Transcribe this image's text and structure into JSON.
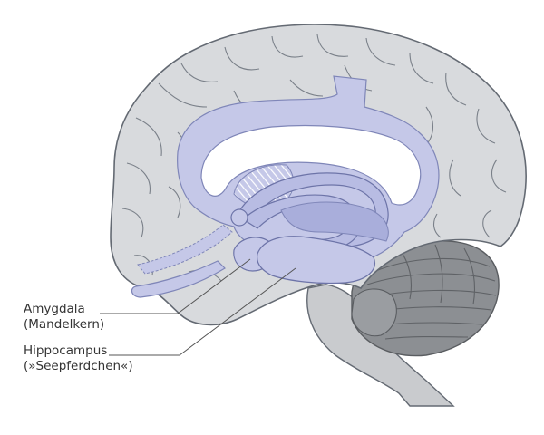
{
  "labels": {
    "amygdala_line1": "Amygdala",
    "amygdala_line2": "(Mandelkern)",
    "hippocampus_line1": "Hippocampus",
    "hippocampus_line2": "(»Seepferdchen«)"
  },
  "colors": {
    "cortex": "#d8dadd",
    "cortex_stroke": "#646a73",
    "limbic": "#c5c8e8",
    "limbic_dark": "#a9aedb",
    "cerebellum": "#8c8f93",
    "brainstem": "#c9cbce",
    "leader": "#555555"
  }
}
